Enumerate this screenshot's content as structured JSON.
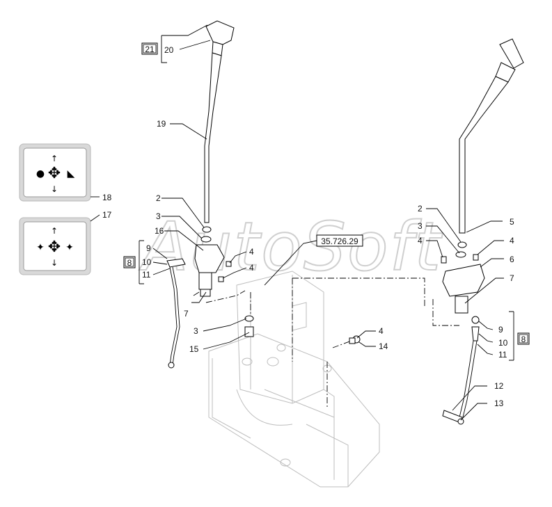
{
  "diagram": {
    "watermark": "AutoSoft",
    "reference": "35.726.29",
    "callouts": [
      {
        "id": "c20",
        "text": "20"
      },
      {
        "id": "c19",
        "text": "19"
      },
      {
        "id": "c18",
        "text": "18"
      },
      {
        "id": "c17",
        "text": "17"
      },
      {
        "id": "c2l",
        "text": "2"
      },
      {
        "id": "c3l",
        "text": "3"
      },
      {
        "id": "c16",
        "text": "16"
      },
      {
        "id": "c9l",
        "text": "9"
      },
      {
        "id": "c10l",
        "text": "10"
      },
      {
        "id": "c11l",
        "text": "11"
      },
      {
        "id": "c4a",
        "text": "4"
      },
      {
        "id": "c4b",
        "text": "4"
      },
      {
        "id": "c7l",
        "text": "7"
      },
      {
        "id": "c3b",
        "text": "3"
      },
      {
        "id": "c15",
        "text": "15"
      },
      {
        "id": "c4c",
        "text": "4"
      },
      {
        "id": "c14",
        "text": "14"
      },
      {
        "id": "c2r",
        "text": "2"
      },
      {
        "id": "c3r",
        "text": "3"
      },
      {
        "id": "c5",
        "text": "5"
      },
      {
        "id": "c4r1",
        "text": "4"
      },
      {
        "id": "c4r2",
        "text": "4"
      },
      {
        "id": "c6",
        "text": "6"
      },
      {
        "id": "c7r",
        "text": "7"
      },
      {
        "id": "c9r",
        "text": "9"
      },
      {
        "id": "c10r",
        "text": "10"
      },
      {
        "id": "c11r",
        "text": "11"
      },
      {
        "id": "c12",
        "text": "12"
      },
      {
        "id": "c13",
        "text": "13"
      }
    ],
    "boxed_refs": [
      {
        "id": "b21",
        "text": "21"
      },
      {
        "id": "b8l",
        "text": "8"
      },
      {
        "id": "b8r",
        "text": "8"
      }
    ]
  }
}
